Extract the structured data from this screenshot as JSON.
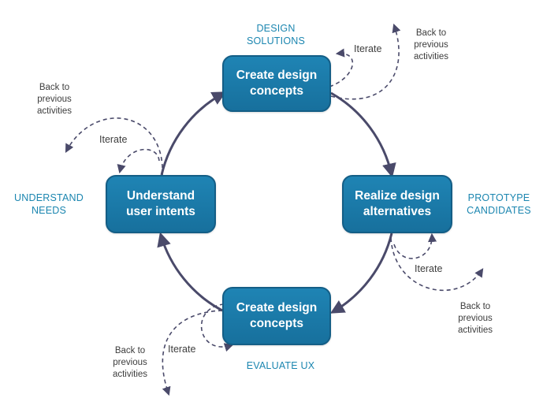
{
  "nodes": {
    "top": {
      "line1": "Create design",
      "line2": "concepts"
    },
    "right": {
      "line1": "Realize design",
      "line2": "alternatives"
    },
    "bottom": {
      "line1": "Create design",
      "line2": "concepts"
    },
    "left": {
      "line1": "Understand",
      "line2": "user intents"
    }
  },
  "phases": {
    "top": {
      "line1": "DESIGN",
      "line2": "SOLUTIONS"
    },
    "right": {
      "line1": "PROTOTYPE",
      "line2": "CANDIDATES"
    },
    "bottom": {
      "line1": "EVALUATE UX"
    },
    "left": {
      "line1": "UNDERSTAND",
      "line2": "NEEDS"
    }
  },
  "iterate_label": "Iterate",
  "back_label": {
    "line1": "Back to",
    "line2": "previous",
    "line3": "activities"
  },
  "colors": {
    "node_fill": "#1a7aaa",
    "node_border": "#145e86",
    "phase_text": "#1b86b0",
    "arrow": "#4a4a6a",
    "dashed": "#4a4a6a"
  }
}
